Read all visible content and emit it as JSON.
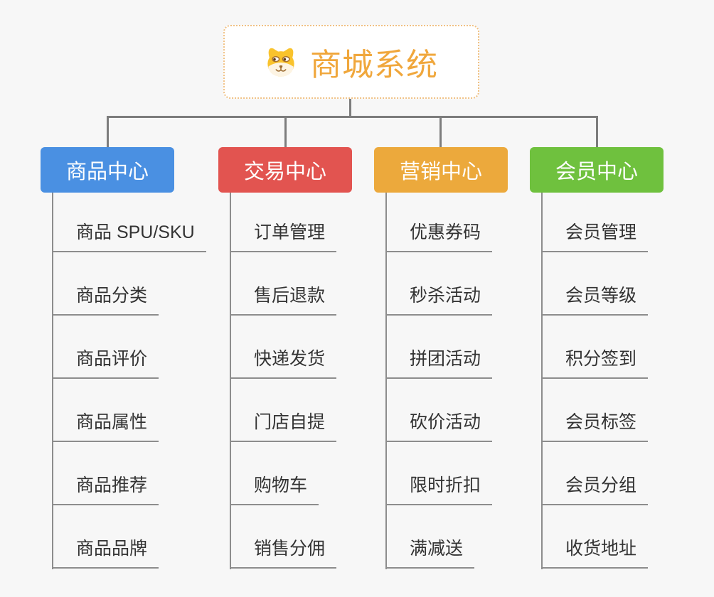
{
  "root": {
    "title": "商城系统",
    "icon": "shiba-dog-icon",
    "title_color": "#f0a73c",
    "border_color": "#f0c184"
  },
  "palette": {
    "background": "#f7f7f7",
    "connector": "#7d7d7d",
    "leaf_line": "#8d8d8d",
    "leaf_text": "#333333"
  },
  "branches": [
    {
      "label": "商品中心",
      "color": "#4a90e2",
      "children": [
        "商品 SPU/SKU",
        "商品分类",
        "商品评价",
        "商品属性",
        "商品推荐",
        "商品品牌"
      ]
    },
    {
      "label": "交易中心",
      "color": "#e25450",
      "children": [
        "订单管理",
        "售后退款",
        "快递发货",
        "门店自提",
        "购物车",
        "销售分佣"
      ]
    },
    {
      "label": "营销中心",
      "color": "#eca93c",
      "children": [
        "优惠券码",
        "秒杀活动",
        "拼团活动",
        "砍价活动",
        "限时折扣",
        "满减送"
      ]
    },
    {
      "label": "会员中心",
      "color": "#6fc13e",
      "children": [
        "会员管理",
        "会员等级",
        "积分签到",
        "会员标签",
        "会员分组",
        "收货地址"
      ]
    }
  ]
}
